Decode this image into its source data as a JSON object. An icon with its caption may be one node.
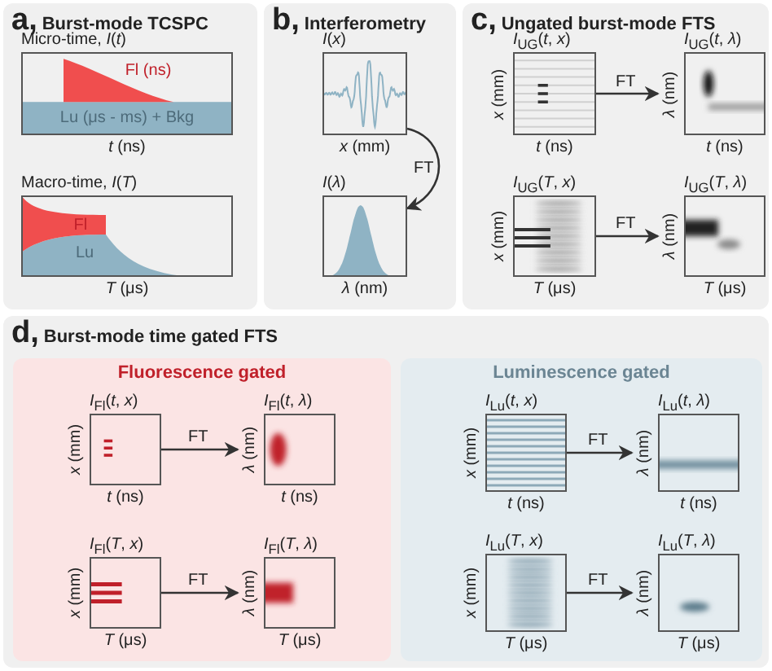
{
  "diagram": {
    "nodes": [
      {
        "text": [
          "a,",
          "Burst-mode TCSPC"
        ]
      },
      {
        "text": [
          "Micro-time, *I*(*t*)",
          "Fl (ns)",
          "Lu (μs - ms) + Bkg",
          "*t* (ns)"
        ],
        "in": 0
      },
      {
        "text": [
          "Macro-time, *I*(*T*)",
          "Fl",
          "Lu",
          "*T* (μs)"
        ],
        "in": 0
      },
      {
        "text": [
          "b,",
          "Interferometry"
        ]
      },
      {
        "text": [
          "*I*(*x*)",
          "*x* (mm)"
        ],
        "in": 3
      },
      {
        "text": [
          "*I*(*λ*)",
          "*λ* (nm)"
        ],
        "in": 3
      },
      {
        "text": [
          "c,",
          "Ungated burst-mode FTS"
        ]
      },
      {
        "text": [
          "*I*$_{UG}$(*t*, *x*)",
          "*x* (mm)",
          "*t* (ns)"
        ],
        "in": 6
      },
      {
        "text": [
          "*I*$_{UG}$(*t*, *λ*)",
          "*λ* (nm)",
          "*t* (ns)"
        ],
        "in": 6
      },
      {
        "text": [
          "*I*$_{UG}$(*T*, *x*)",
          "*x* (mm)",
          "*T* (μs)"
        ],
        "in": 6
      },
      {
        "text": [
          "*I*$_{UG}$(*T*, *λ*)",
          "*λ* (nm)",
          "*T* (μs)"
        ],
        "in": 6
      },
      {
        "text": [
          "d,",
          "Burst-mode time gated FTS"
        ]
      },
      {
        "text": [
          "Fluorescence gated"
        ],
        "in": 11
      },
      {
        "text": [
          "*I*$_{Fl}$(*t*, *x*)",
          "*x* (mm)",
          "*t* (ns)"
        ],
        "in": 12
      },
      {
        "text": [
          "*I*$_{Fl}$(*t*, *λ*)",
          "*λ* (nm)",
          "*t* (ns)"
        ],
        "in": 12
      },
      {
        "text": [
          "*I*$_{Fl}$(*T*, *x*)",
          "*x* (mm)",
          "*T* (μs)"
        ],
        "in": 12
      },
      {
        "text": [
          "*I*$_{Fl}$(*T*, *λ*)",
          "*λ* (nm)",
          "*T* (μs)"
        ],
        "in": 12
      },
      {
        "text": [
          "Luminescence gated"
        ],
        "in": 11
      },
      {
        "text": [
          "*I*$_{Lu}$(*t*, *x*)",
          "*x* (mm)",
          "*t* (ns)"
        ],
        "in": 17
      },
      {
        "text": [
          "*I*$_{Lu}$(*t*, *λ*)",
          "*λ* (nm)",
          "*t* (ns)"
        ],
        "in": 17
      },
      {
        "text": [
          "*I*$_{Lu}$(*T*, *x*)",
          "*x* (mm)",
          "*T* (μs)"
        ],
        "in": 17
      },
      {
        "text": [
          "*I*$_{Lu}$(*T*, *λ*)",
          "*λ* (nm)",
          "*T* (μs)"
        ],
        "in": 17
      }
    ],
    "edges": [
      {
        "from": 4,
        "to": 5,
        "arrow": "to",
        "label": "FT"
      },
      {
        "from": 7,
        "to": 8,
        "arrow": "to",
        "label": "FT"
      },
      {
        "from": 9,
        "to": 10,
        "arrow": "to",
        "label": "FT"
      },
      {
        "from": 13,
        "to": 14,
        "arrow": "to",
        "label": "FT"
      },
      {
        "from": 15,
        "to": 16,
        "arrow": "to",
        "label": "FT"
      },
      {
        "from": 18,
        "to": 19,
        "arrow": "to",
        "label": "FT"
      },
      {
        "from": 20,
        "to": 21,
        "arrow": "to",
        "label": "FT"
      }
    ]
  }
}
